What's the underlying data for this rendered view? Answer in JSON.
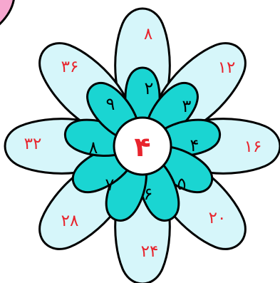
{
  "center": {
    "value": "۴"
  },
  "inner_petals": [
    {
      "value": "۲"
    },
    {
      "value": "۳"
    },
    {
      "value": "۴"
    },
    {
      "value": "۵"
    },
    {
      "value": "۶"
    },
    {
      "value": "۷"
    },
    {
      "value": "۸"
    },
    {
      "value": "۹"
    }
  ],
  "outer_petals": [
    {
      "value": "۸"
    },
    {
      "value": "۱۲"
    },
    {
      "value": "۱۶"
    },
    {
      "value": "۲۰"
    },
    {
      "value": "۲۴"
    },
    {
      "value": "۲۸"
    },
    {
      "value": "۳۲"
    },
    {
      "value": "۳۶"
    }
  ],
  "colors": {
    "outer_petal_fill": "#d6f6fa",
    "inner_petal_fill": "#1ad5d2",
    "center_fill": "#ffffff",
    "outline": "#000000",
    "outer_number": "#e8242d",
    "inner_number": "#000000",
    "center_number": "#e8242d",
    "corner_decoration": "#f6a7cf"
  }
}
